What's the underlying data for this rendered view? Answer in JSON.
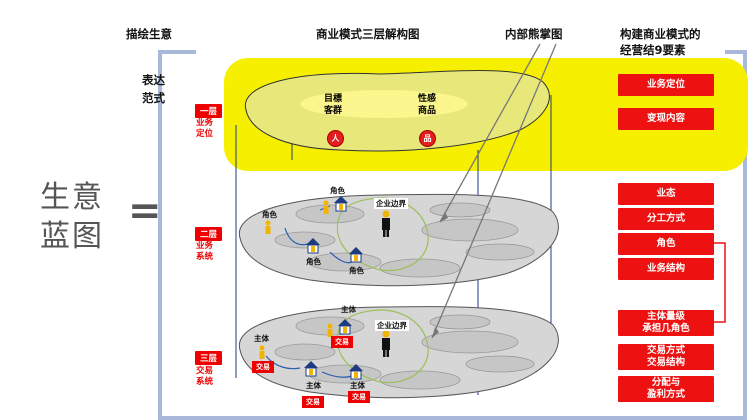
{
  "headers": {
    "describe": "描绘生意",
    "model": "商业模式三层解构图",
    "bear": "内部熊掌图",
    "elements_line1": "构建商业模式的",
    "elements_line2": "经营结9要素"
  },
  "expression_paradigm": [
    "表达",
    "范式"
  ],
  "big_title": [
    "生意",
    "蓝图"
  ],
  "equals": "=",
  "layers": [
    {
      "tag": "一层",
      "name": [
        "业务",
        "定位"
      ]
    },
    {
      "tag": "二层",
      "name": [
        "业务",
        "系统"
      ]
    },
    {
      "tag": "三层",
      "name": [
        "交易",
        "系统"
      ]
    }
  ],
  "layer1": {
    "target": [
      "目標",
      "客群"
    ],
    "product": [
      "性感",
      "商品"
    ],
    "person": "人",
    "item": "品"
  },
  "layer2": {
    "roles": [
      "角色",
      "角色",
      "角色",
      "角色"
    ],
    "boundary": "企业边界"
  },
  "layer3": {
    "subjects": [
      "主体",
      "主体",
      "主体",
      "主体"
    ],
    "trade": "交易",
    "boundary": "企业边界"
  },
  "elements": [
    [
      "业务定位"
    ],
    [
      "变现内容"
    ],
    [
      "业态"
    ],
    [
      "分工方式"
    ],
    [
      "角色"
    ],
    [
      "业务结构"
    ],
    [
      "主体量级",
      "承担几角色"
    ],
    [
      "交易方式",
      "交易结构"
    ],
    [
      "分配与",
      "盈利方式"
    ]
  ],
  "colors": {
    "highlight": "#f6ef00",
    "red": "#ee1111",
    "frame": "#a8b8d8",
    "plane_gray": "#d6d6d6",
    "plane_yellow": "#e8e87a"
  }
}
